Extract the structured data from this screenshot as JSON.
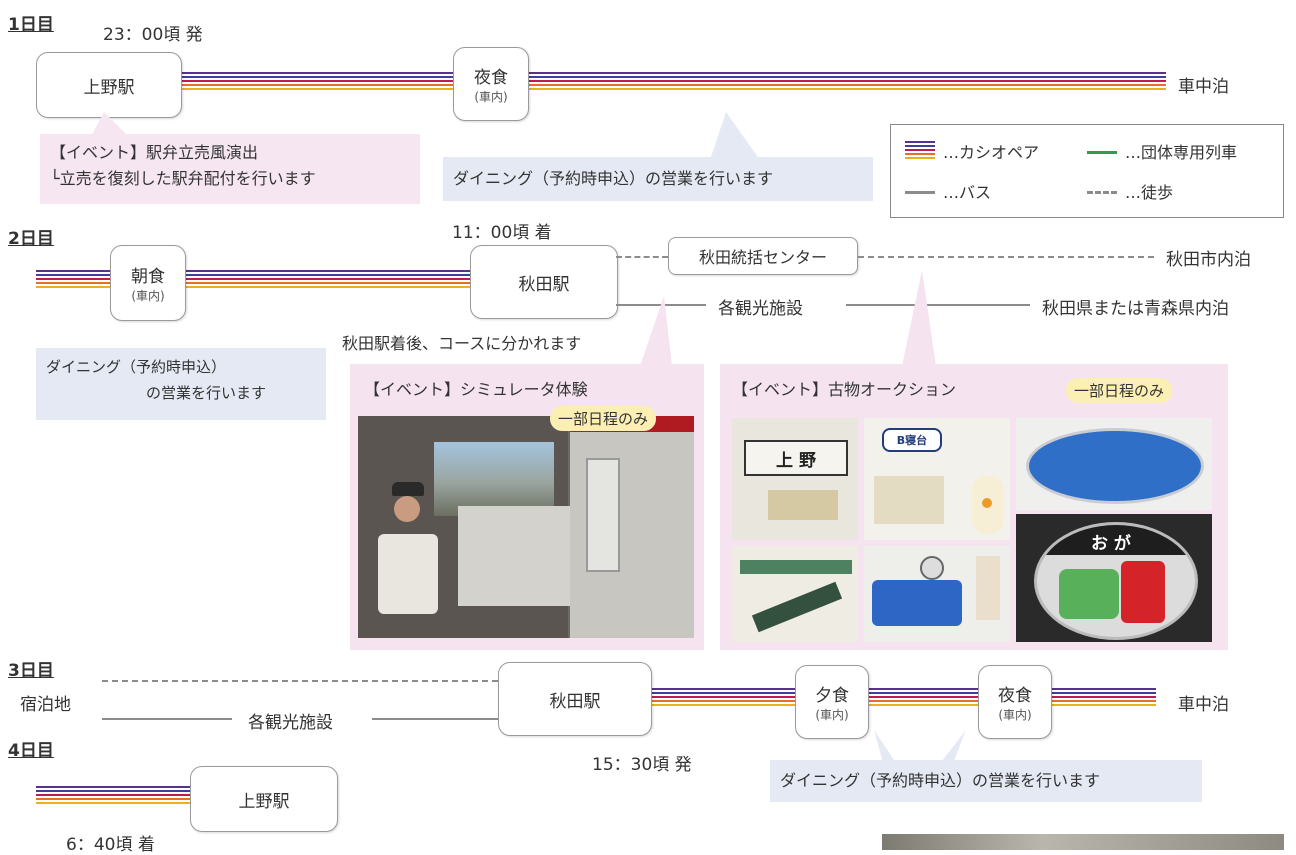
{
  "day1": {
    "label": "1日目",
    "time": "23：00頃 発",
    "station": "上野駅",
    "meal_main": "夜食",
    "meal_sub": "(車内)",
    "end": "車中泊",
    "event_line1": "【イベント】駅弁立売風演出",
    "event_line2": "└立売を復刻した駅弁配付を行います",
    "dining": "ダイニング（予約時申込）の営業を行います"
  },
  "legend": {
    "cassiopeia": "…カシオペア",
    "group_train": "…団体専用列車",
    "bus": "…バス",
    "walk": "…徒歩"
  },
  "day2": {
    "label": "2日目",
    "meal_main": "朝食",
    "meal_sub": "(車内)",
    "time": "11：00頃 着",
    "station": "秋田駅",
    "center": "秋田統括センター",
    "stay_city": "秋田市内泊",
    "spots": "各観光施設",
    "stay_pref": "秋田県または青森県内泊",
    "split_note": "秋田駅着後、コースに分かれます",
    "dining_line1": "ダイニング（予約時申込）",
    "dining_line2": "の営業を行います",
    "sim_title": "【イベント】シミュレータ体験",
    "sim_tag": "一部日程のみ",
    "auction_title": "【イベント】古物オークション",
    "auction_tag": "一部日程のみ",
    "plate_ueno": "上 野",
    "plate_b1": "B寝台",
    "plate_oga": "お が"
  },
  "day3": {
    "label": "3日目",
    "stay": "宿泊地",
    "spots": "各観光施設",
    "station": "秋田駅",
    "dinner_main": "夕食",
    "dinner_sub": "(車内)",
    "late_main": "夜食",
    "late_sub": "(車内)",
    "end": "車中泊",
    "time": "15：30頃 発",
    "dining": "ダイニング（予約時申込）の営業を行います"
  },
  "day4": {
    "label": "4日目",
    "station": "上野駅",
    "time": "6：40頃 着"
  },
  "colors": {
    "purple": "#57318b",
    "navy": "#3d3f9a",
    "crimson": "#c01a53",
    "orange": "#e56f2a",
    "yellow": "#eab01e",
    "group_green": "#2e9a52",
    "pink_bg": "#f6e6f1",
    "blue_bg": "#e4e9f3",
    "tag_bg": "#fbefb3"
  }
}
